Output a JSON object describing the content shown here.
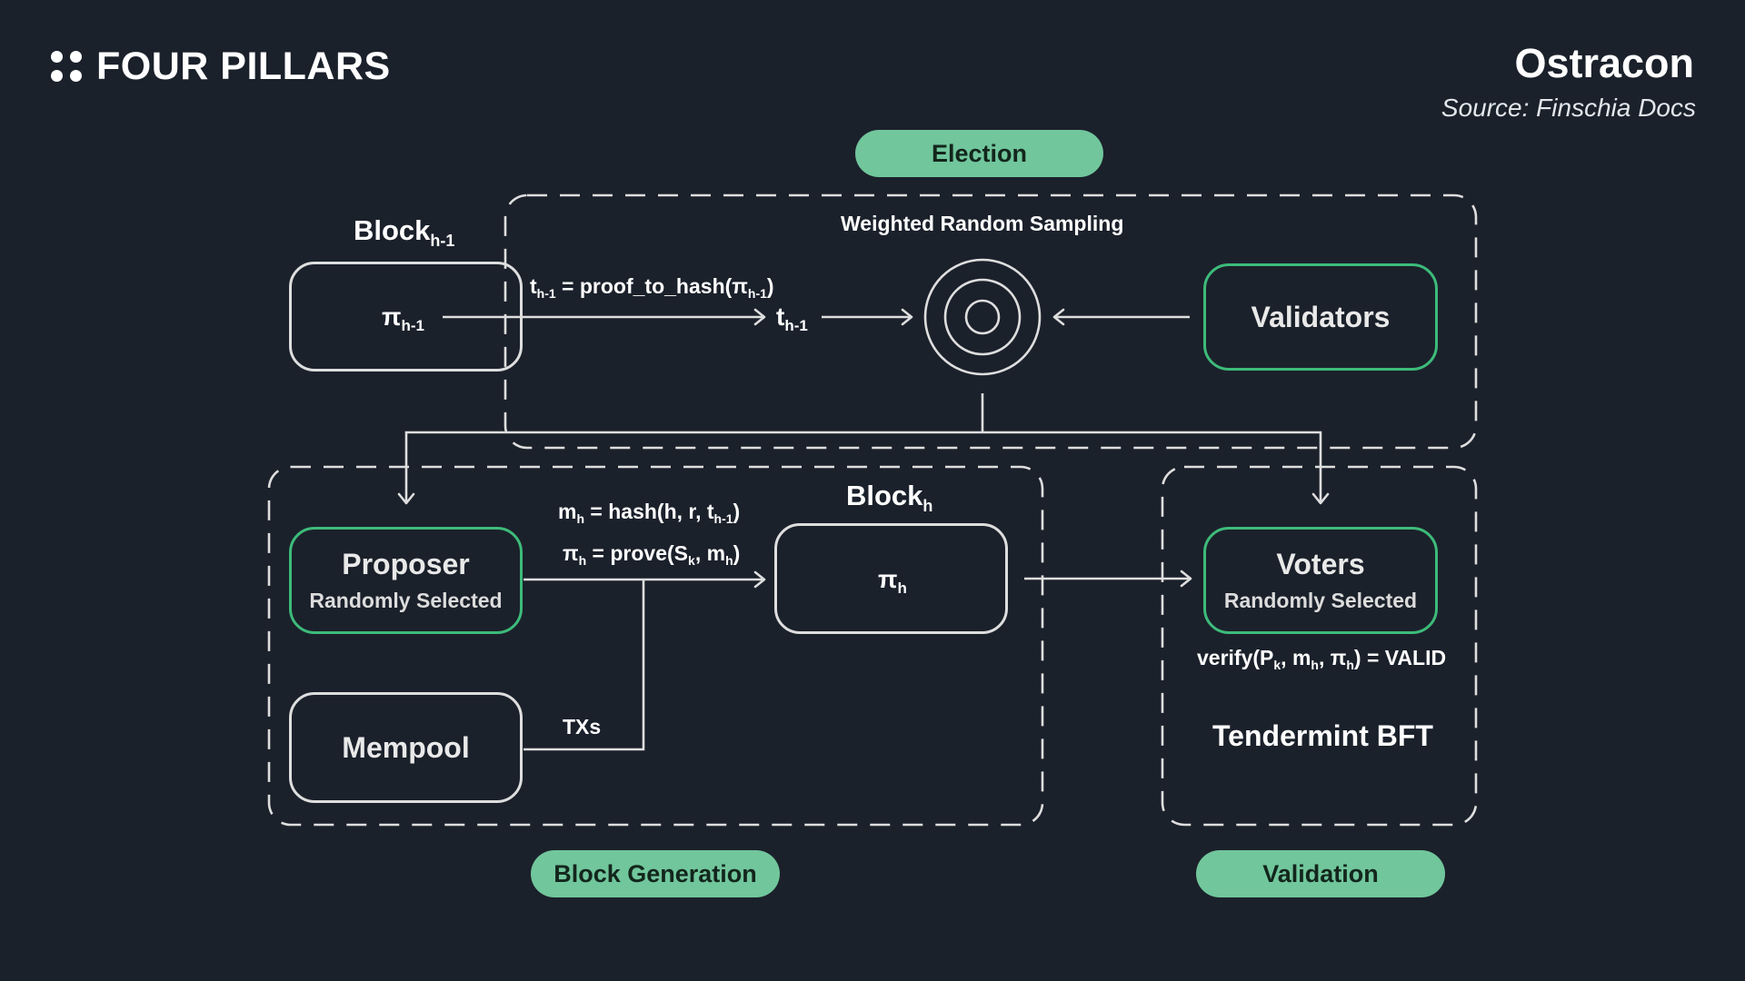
{
  "header": {
    "brand": "FOUR PILLARS",
    "title": "Ostracon",
    "source": "Source: Finschia Docs"
  },
  "sections": {
    "election": "Election",
    "block_generation": "Block Generation",
    "validation": "Validation"
  },
  "election": {
    "caption": "Weighted Random Sampling",
    "prev_block": {
      "base": "Block",
      "sub": "h-1"
    },
    "prev_pi": {
      "base": "π",
      "sub": "h-1"
    },
    "formula": {
      "t": "t",
      "t_sub": "h-1",
      "mid": " = proof_to_hash(π",
      "pi_sub": "h-1",
      "end": ")"
    },
    "t_value": {
      "base": "t",
      "sub": "h-1"
    },
    "validators": "Validators"
  },
  "block_generation": {
    "proposer": {
      "title": "Proposer",
      "subtitle": "Randomly Selected"
    },
    "mempool": "Mempool",
    "txs": "TXs",
    "m_formula": {
      "m": "m",
      "m_sub": "h",
      "mid": " = hash(h, r, t",
      "t_sub": "h-1",
      "end": ")"
    },
    "pi_formula": {
      "pi": "π",
      "pi_sub": "h",
      "mid": " = prove(S",
      "s_sub": "k",
      "mid2": ", m",
      "m_sub": "h",
      "end": ")"
    },
    "block": {
      "base": "Block",
      "sub": "h"
    },
    "block_pi": {
      "base": "π",
      "sub": "h"
    }
  },
  "validation": {
    "voters": {
      "title": "Voters",
      "subtitle": "Randomly Selected"
    },
    "verify": {
      "a": "verify(P",
      "a_sub": "k",
      "b": ", m",
      "b_sub": "h",
      "c": ", π",
      "c_sub": "h",
      "d": ") = VALID"
    },
    "consensus": "Tendermint BFT"
  },
  "colors": {
    "background": "#1b212b",
    "accent_green": "#71c69c",
    "node_green_border": "#3dbb7a",
    "line": "#dedede"
  }
}
